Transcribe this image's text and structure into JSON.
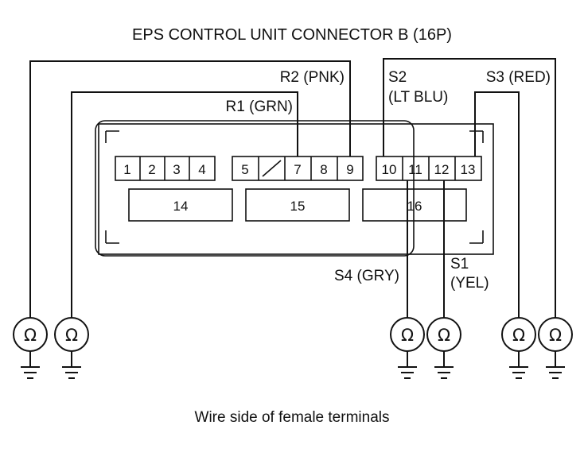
{
  "title": "EPS CONTROL UNIT CONNECTOR B (16P)",
  "caption": "Wire side of female terminals",
  "terminals": {
    "t1": "1",
    "t2": "2",
    "t3": "3",
    "t4": "4",
    "t5": "5",
    "t7": "7",
    "t8": "8",
    "t9": "9",
    "t10": "10",
    "t11": "11",
    "t12": "12",
    "t13": "13",
    "t14": "14",
    "t15": "15",
    "t16": "16"
  },
  "wires": {
    "r2": "R2 (PNK)",
    "r1": "R1 (GRN)",
    "s2_line1": "S2",
    "s2_line2": "(LT BLU)",
    "s3": "S3 (RED)",
    "s4": "S4 (GRY)",
    "s1_line1": "S1",
    "s1_line2": "(YEL)"
  },
  "meter_symbol": "Ω",
  "icons": [
    "ohmmeter-icon",
    "ground-icon"
  ]
}
